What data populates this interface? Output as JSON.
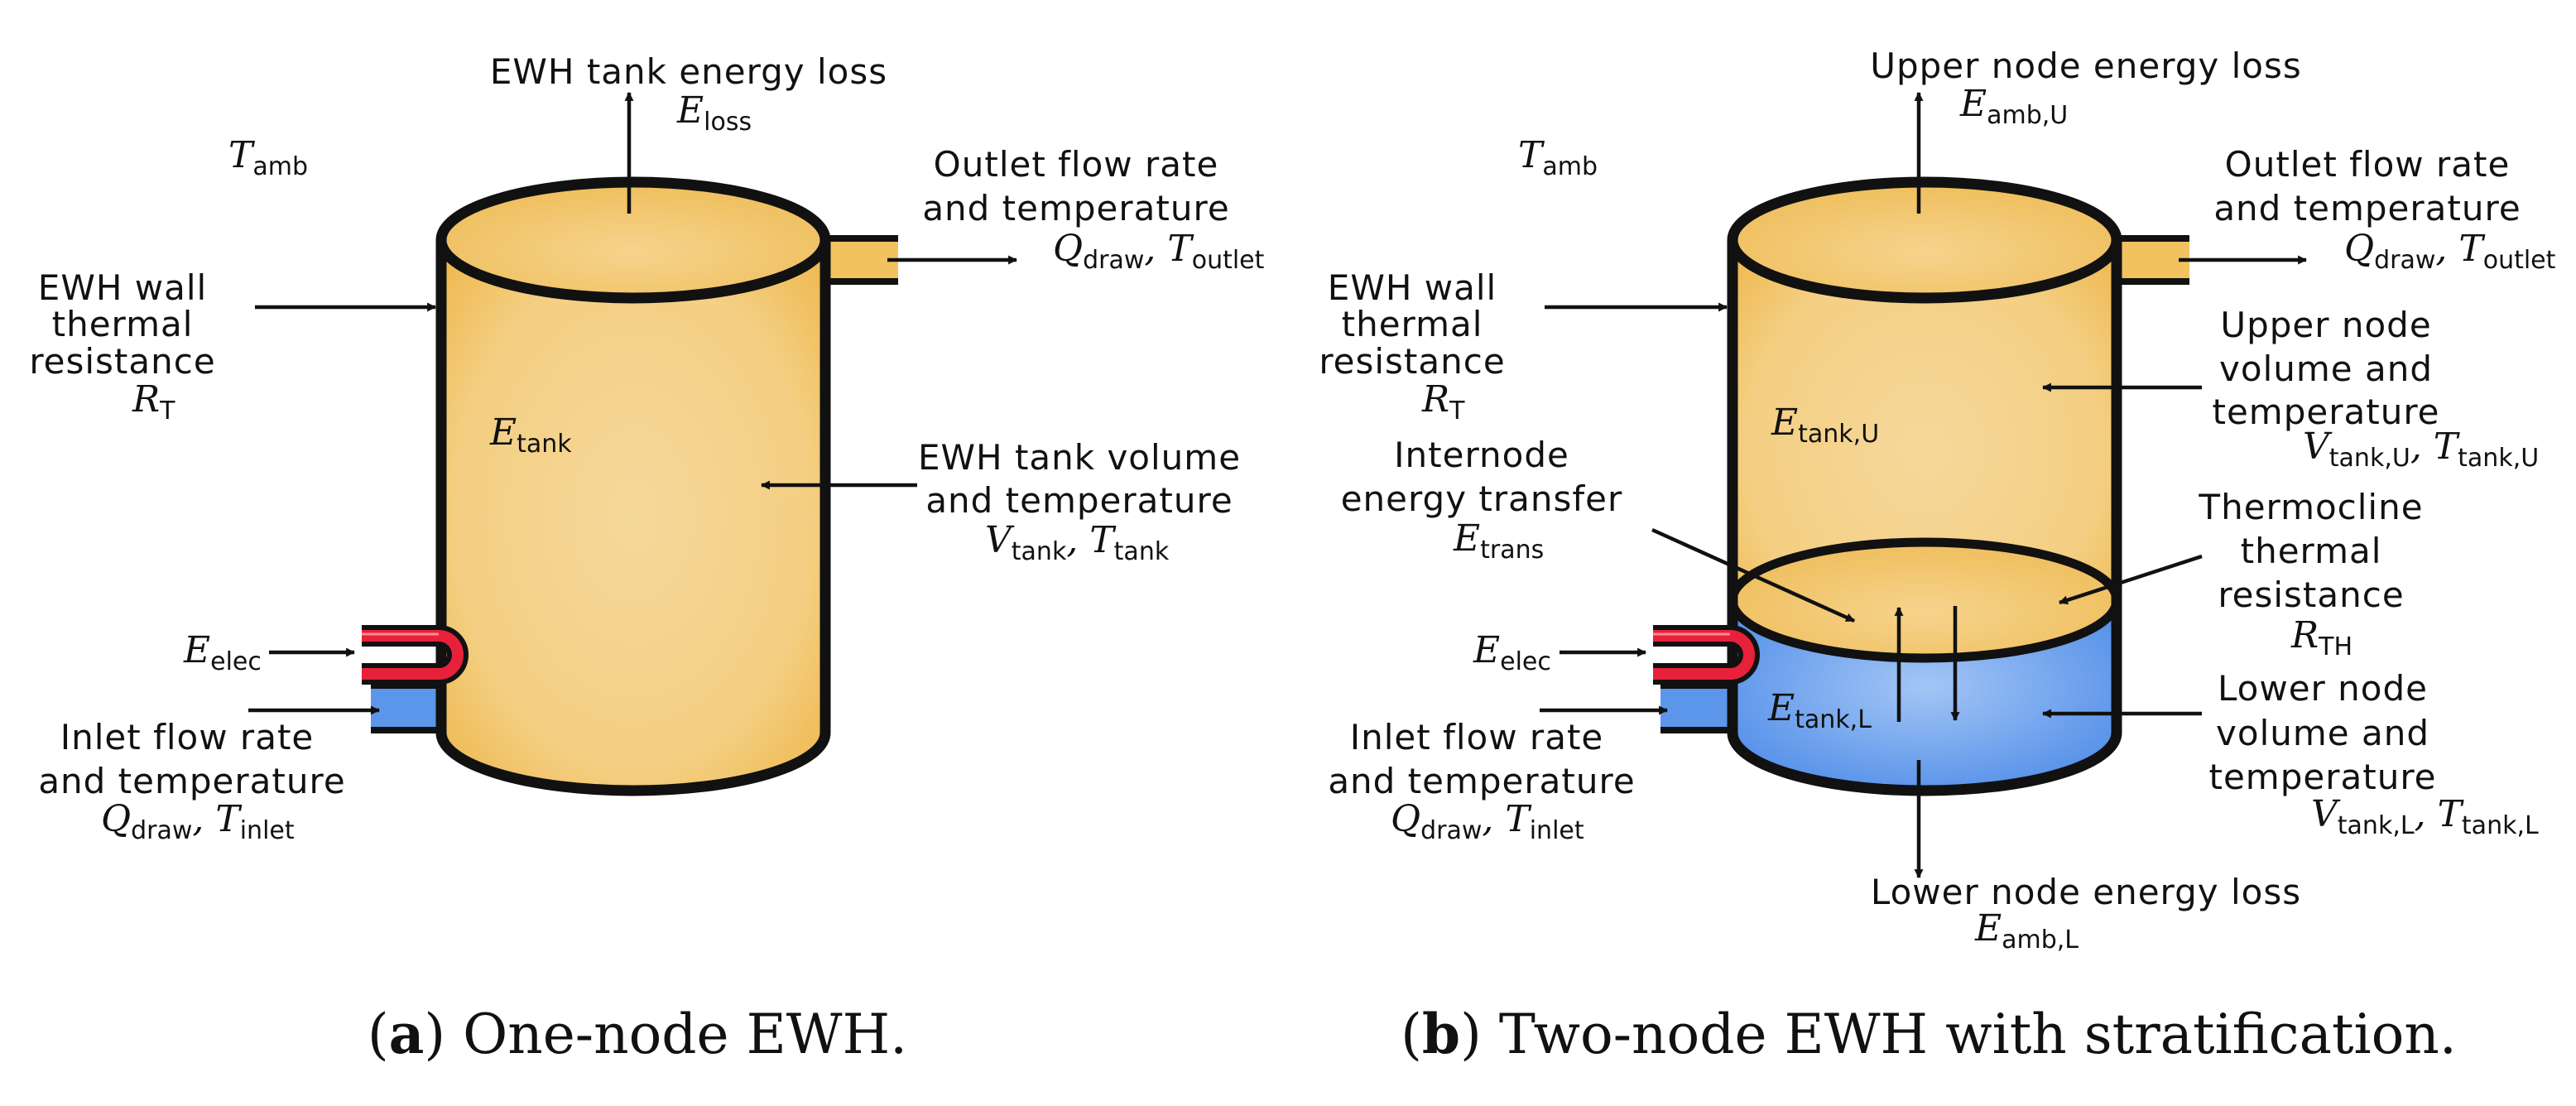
{
  "colors": {
    "tank_orange": "#f2c261",
    "tank_orange_light": "#f6d89a",
    "node_blue": "#5b96ea",
    "node_blue_light": "#93bcf3",
    "heater_red": "#e8213a",
    "outline": "#111111"
  },
  "panel_a": {
    "energy_loss": "EWH tank energy loss",
    "E_loss": {
      "base": "E",
      "sub": "loss"
    },
    "T_amb": {
      "base": "T",
      "sub": "amb"
    },
    "outlet_line1": "Outlet flow rate",
    "outlet_line2": "and temperature",
    "Q_draw": {
      "base": "Q",
      "sub": "draw"
    },
    "T_outlet": {
      "base": "T",
      "sub": "outlet"
    },
    "wall_line1": "EWH wall",
    "wall_line2": "thermal",
    "wall_line3": "resistance",
    "R_T": {
      "base": "R",
      "sub": "T"
    },
    "E_tank": {
      "base": "E",
      "sub": "tank"
    },
    "volume_line1": "EWH tank volume",
    "volume_line2": "and temperature",
    "V_tank": {
      "base": "V",
      "sub": "tank"
    },
    "T_tank": {
      "base": "T",
      "sub": "tank"
    },
    "E_elec": {
      "base": "E",
      "sub": "elec"
    },
    "inlet_line1": "Inlet flow rate",
    "inlet_line2": "and temperature",
    "Q_draw_in": {
      "base": "Q",
      "sub": "draw"
    },
    "T_inlet": {
      "base": "T",
      "sub": "inlet"
    },
    "caption_letter": "a",
    "caption_text": "One-node EWH."
  },
  "panel_b": {
    "upper_loss": "Upper node energy loss",
    "E_amb_U": {
      "base": "E",
      "sub": "amb,U"
    },
    "T_amb": {
      "base": "T",
      "sub": "amb"
    },
    "outlet_line1": "Outlet flow rate",
    "outlet_line2": "and temperature",
    "Q_draw": {
      "base": "Q",
      "sub": "draw"
    },
    "T_outlet": {
      "base": "T",
      "sub": "outlet"
    },
    "wall_line1": "EWH wall",
    "wall_line2": "thermal",
    "wall_line3": "resistance",
    "R_T": {
      "base": "R",
      "sub": "T"
    },
    "E_tank_U": {
      "base": "E",
      "sub": "tank,U"
    },
    "upper_line1": "Upper node",
    "upper_line2": "volume and",
    "upper_line3": "temperature",
    "V_tank_U": {
      "base": "V",
      "sub": "tank,U"
    },
    "T_tank_U": {
      "base": "T",
      "sub": "tank,U"
    },
    "internode_line1": "Internode",
    "internode_line2": "energy transfer",
    "E_trans": {
      "base": "E",
      "sub": "trans"
    },
    "thermo_line1": "Thermocline",
    "thermo_line2": "thermal",
    "thermo_line3": "resistance",
    "R_TH": {
      "base": "R",
      "sub": "TH"
    },
    "E_elec": {
      "base": "E",
      "sub": "elec"
    },
    "E_tank_L": {
      "base": "E",
      "sub": "tank,L"
    },
    "lower_line1": "Lower node",
    "lower_line2": "volume and",
    "lower_line3": "temperature",
    "V_tank_L": {
      "base": "V",
      "sub": "tank,L"
    },
    "T_tank_L": {
      "base": "T",
      "sub": "tank,L"
    },
    "inlet_line1": "Inlet flow rate",
    "inlet_line2": "and temperature",
    "Q_draw_in": {
      "base": "Q",
      "sub": "draw"
    },
    "T_inlet": {
      "base": "T",
      "sub": "inlet"
    },
    "lower_loss": "Lower node energy loss",
    "E_amb_L": {
      "base": "E",
      "sub": "amb,L"
    },
    "caption_letter": "b",
    "caption_text": "Two-node EWH with stratification."
  }
}
